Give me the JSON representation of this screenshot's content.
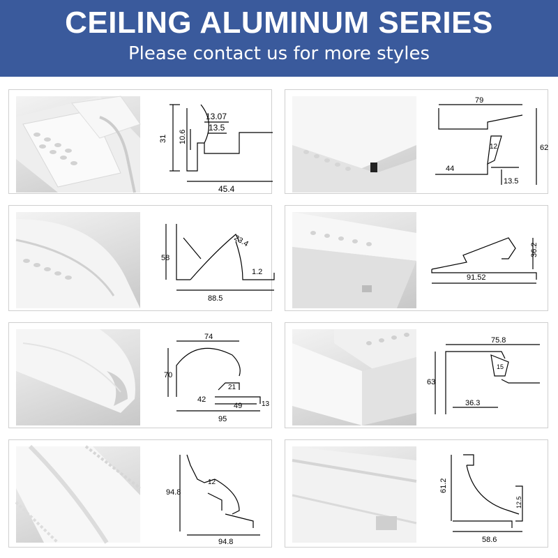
{
  "banner": {
    "title": "CEILING ALUMINUM SERIES",
    "subtitle": "Please contact us for more styles",
    "color": "#3a5a9c"
  },
  "products": [
    {
      "dims": [
        "31",
        "10.6",
        "13.07",
        "13.5",
        "45.4"
      ]
    },
    {
      "dims": [
        "79",
        "62",
        "12",
        "44",
        "13.5"
      ]
    },
    {
      "dims": [
        "58",
        "23.4",
        "1.2",
        "88.5"
      ]
    },
    {
      "dims": [
        "36.2",
        "91.52"
      ]
    },
    {
      "dims": [
        "74",
        "70",
        "21",
        "42",
        "49",
        "13",
        "95"
      ]
    },
    {
      "dims": [
        "75.8",
        "15",
        "63",
        "36.3"
      ]
    },
    {
      "dims": [
        "94.8",
        "12",
        "94.8"
      ]
    },
    {
      "dims": [
        "61.2",
        "12.5",
        "58.6"
      ]
    }
  ]
}
